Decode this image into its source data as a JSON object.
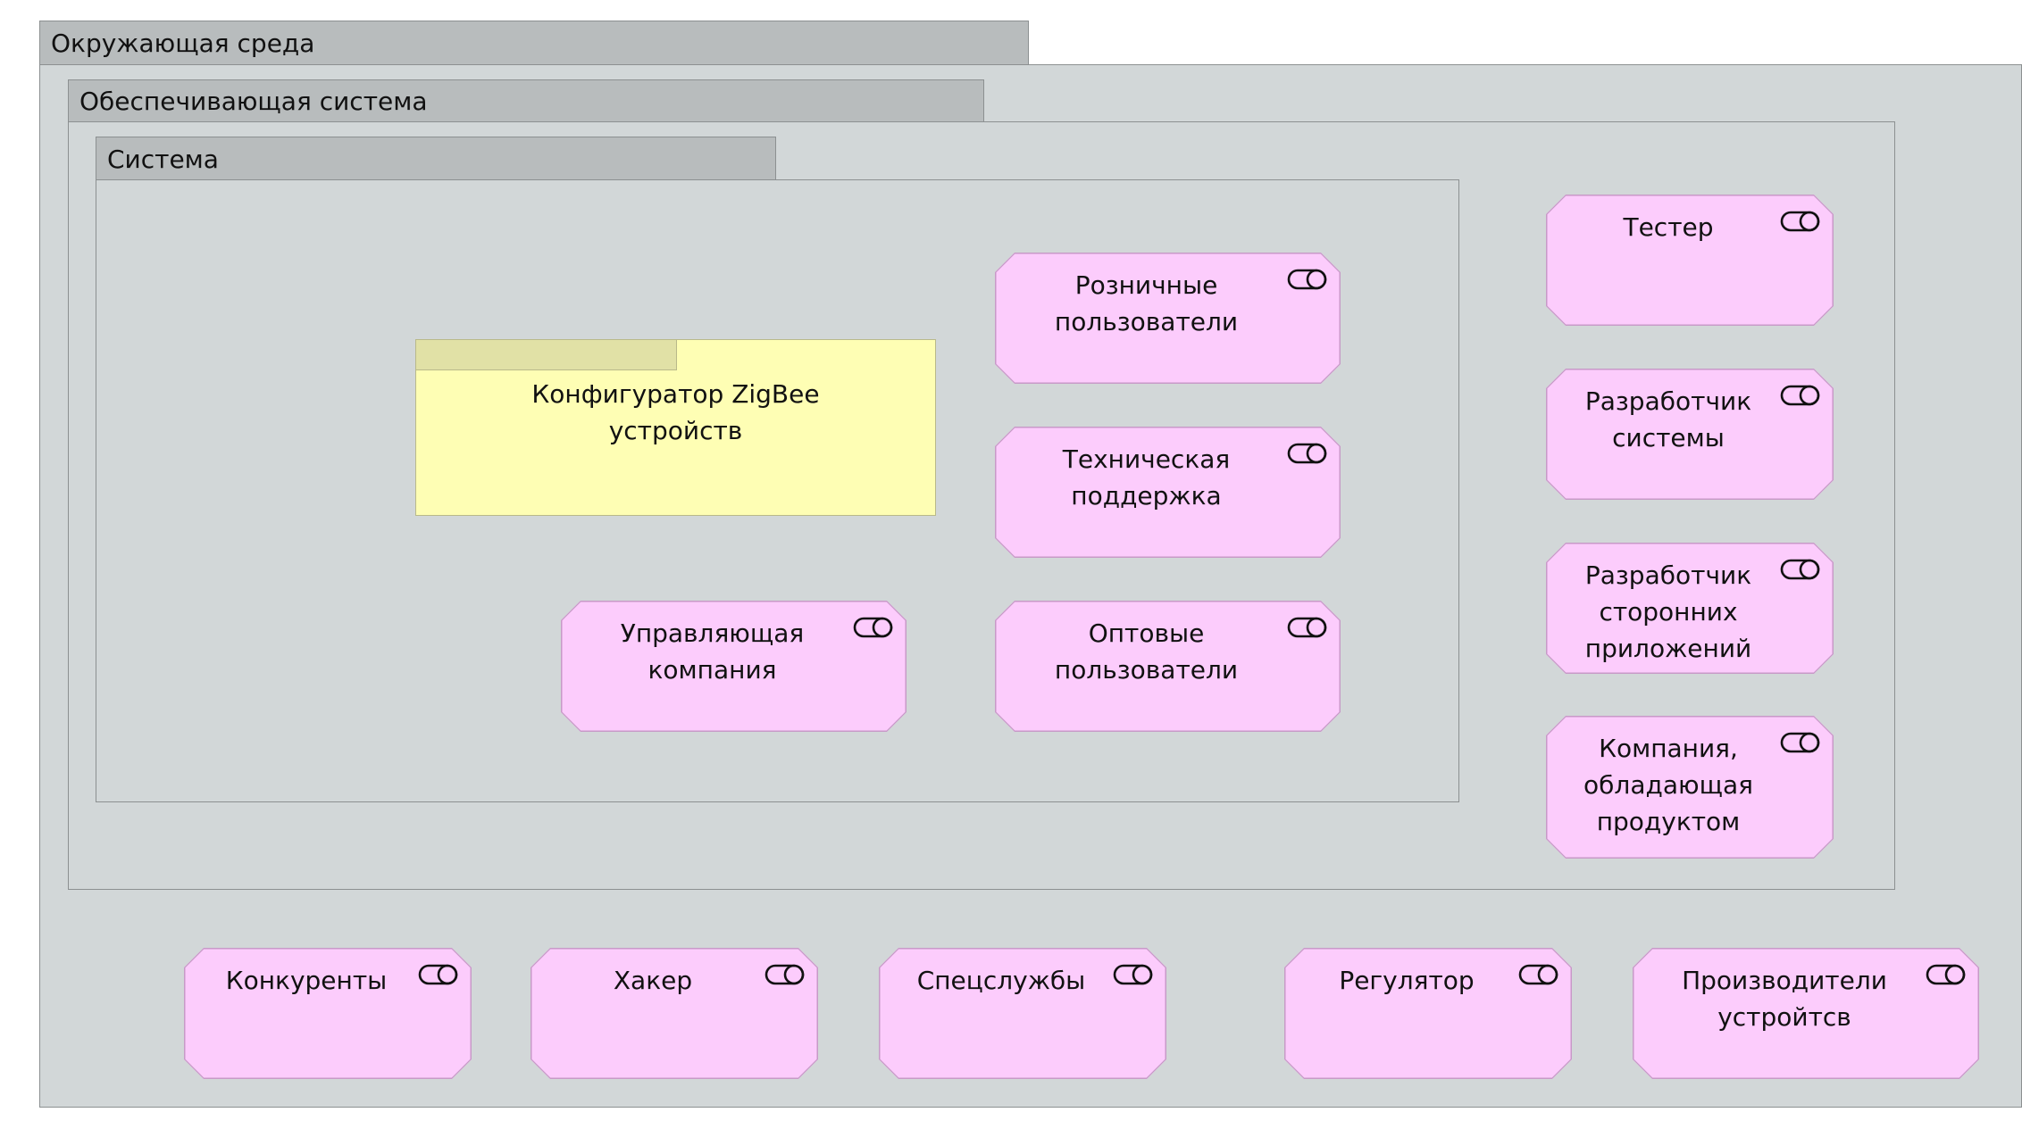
{
  "groups": {
    "environment": "Окружающая среда",
    "supporting_system": "Обеспечивающая система",
    "system": "Система"
  },
  "application": {
    "lines": [
      "Конфигуратор ZigBee",
      "устройств"
    ]
  },
  "roles": {
    "retail_users": [
      "Розничные",
      "пользователи"
    ],
    "tech_support": [
      "Техническая",
      "поддержка"
    ],
    "wholesale_users": [
      "Оптовые",
      "пользователи"
    ],
    "management_company": [
      "Управляющая",
      "компания"
    ],
    "tester": [
      "Тестер"
    ],
    "system_developer": [
      "Разработчик",
      "системы"
    ],
    "third_party_developer": [
      "Разработчик",
      "сторонних",
      "приложений"
    ],
    "product_owner_company": [
      "Компания,",
      "обладающая",
      "продуктом"
    ],
    "competitors": [
      "Конкуренты"
    ],
    "hacker": [
      "Хакер"
    ],
    "special_services": [
      "Спецслужбы"
    ],
    "regulator": [
      "Регулятор"
    ],
    "device_manufacturers": [
      "Производители",
      "устройтсв"
    ]
  },
  "colors": {
    "group_fill": "#d2d7d8",
    "group_tab": "#b8bcbd",
    "role_fill": "#fcccfc",
    "role_border": "#c79ac7",
    "application_fill": "#fefeb4"
  },
  "icons": {
    "role": "business-role-icon"
  }
}
